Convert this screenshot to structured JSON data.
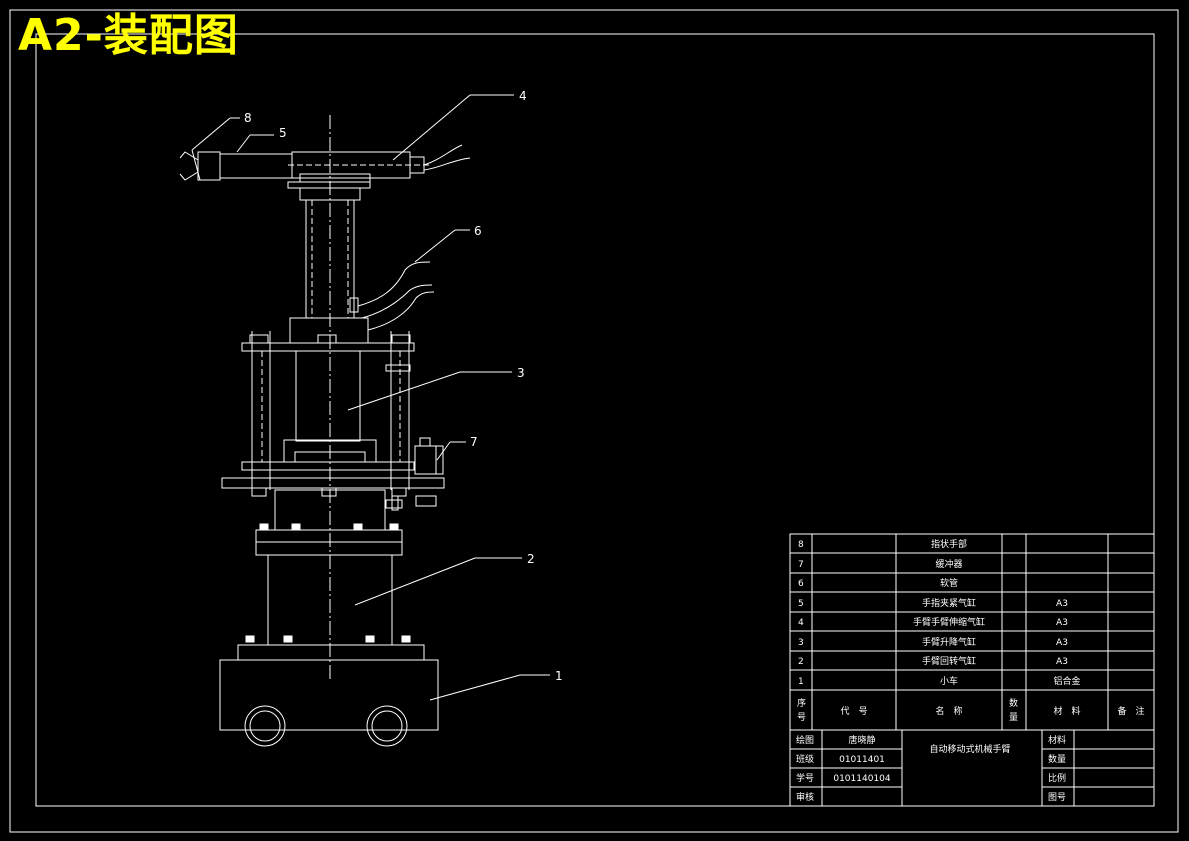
{
  "sheet_title": "A2-装配图",
  "balloons": [
    "1",
    "2",
    "3",
    "4",
    "5",
    "6",
    "7",
    "8"
  ],
  "parts": [
    {
      "no": "8",
      "name": "指状手部",
      "material": ""
    },
    {
      "no": "7",
      "name": "缓冲器",
      "material": ""
    },
    {
      "no": "6",
      "name": "软管",
      "material": ""
    },
    {
      "no": "5",
      "name": "手指夹紧气缸",
      "material": "A3"
    },
    {
      "no": "4",
      "name": "手臂手臂伸缩气缸",
      "material": "A3"
    },
    {
      "no": "3",
      "name": "手臂升降气缸",
      "material": "A3"
    },
    {
      "no": "2",
      "name": "手臂回转气缸",
      "material": "A3"
    },
    {
      "no": "1",
      "name": "小车",
      "material": "铝合金"
    }
  ],
  "header": {
    "seq_line1": "序",
    "seq_line2": "号",
    "code": "代　号",
    "name": "名　称",
    "qty_line1": "数",
    "qty_line2": "量",
    "material": "材　料",
    "remark": "备　注"
  },
  "titleblock": {
    "draw_label": "绘图",
    "draw_value": "唐晓静",
    "class_label": "班级",
    "class_value": "01011401",
    "id_label": "学号",
    "id_value": "0101140104",
    "review_label": "审核",
    "review_value": "",
    "design_name": "自动移动式机械手臂",
    "material_label": "材料",
    "qty_label": "数量",
    "scale_label": "比例",
    "drawing_no_label": "图号"
  }
}
